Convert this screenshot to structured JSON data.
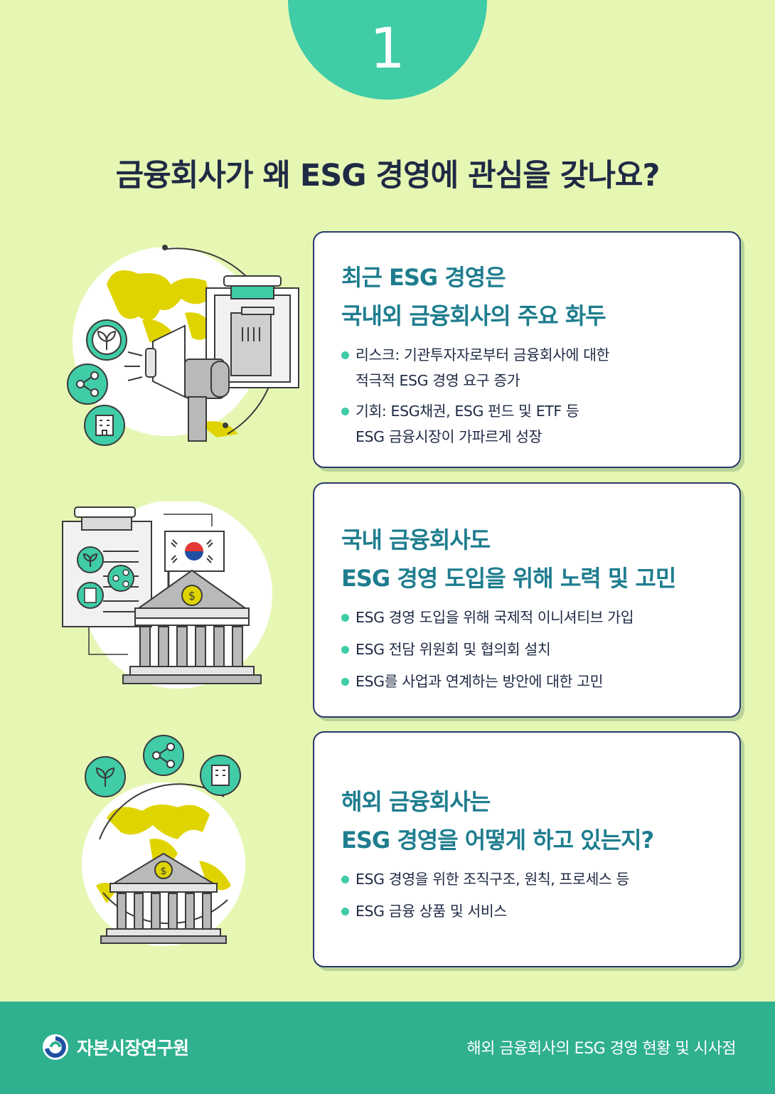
{
  "page": {
    "number": "1",
    "title": "금융회사가 왜 ESG 경영에 관심을 갖나요?"
  },
  "cards": [
    {
      "title_line1": "최근 ESG 경영은",
      "title_line2": "국내외 금융회사의 주요 화두",
      "bullets": [
        "리스크: 기관투자자로부터 금융회사에 대한\n적극적 ESG 경영 요구 증가",
        "기회: ESG채권, ESG 펀드 및 ETF 등\nESG 금융시장이 가파르게 성장"
      ]
    },
    {
      "title_line1": "국내 금융회사도",
      "title_line2": "ESG 경영 도입을 위해 노력 및 고민",
      "bullets": [
        "ESG 경영 도입을 위해 국제적 이니셔티브 가입",
        "ESG 전담 위원회 및 협의회 설치",
        "ESG를 사업과 연계하는 방안에 대한 고민"
      ]
    },
    {
      "title_line1": "해외 금융회사는",
      "title_line2": "ESG 경영을 어떻게 하고 있는지?",
      "bullets": [
        "ESG 경영을 위한 조직구조, 원칙, 프로세스 등",
        "ESG 금융 상품 및 서비스"
      ]
    }
  ],
  "footer": {
    "org_name": "자본시장연구원",
    "report_title": "해외 금융회사의 ESG 경영 현황 및 시사점"
  },
  "colors": {
    "background": "#e6f7b4",
    "accent": "#3fcca6",
    "footer": "#2fb08f",
    "title": "#1f2a44",
    "card_title": "#1e7d8e",
    "map_yellow": "#e0d400"
  },
  "icons": [
    "globe-icon",
    "megaphone-icon",
    "clipboard-icon",
    "leaf-icon",
    "share-icon",
    "building-icon",
    "bank-icon",
    "korea-flag-icon",
    "dollar-coin-icon",
    "logo-icon"
  ]
}
